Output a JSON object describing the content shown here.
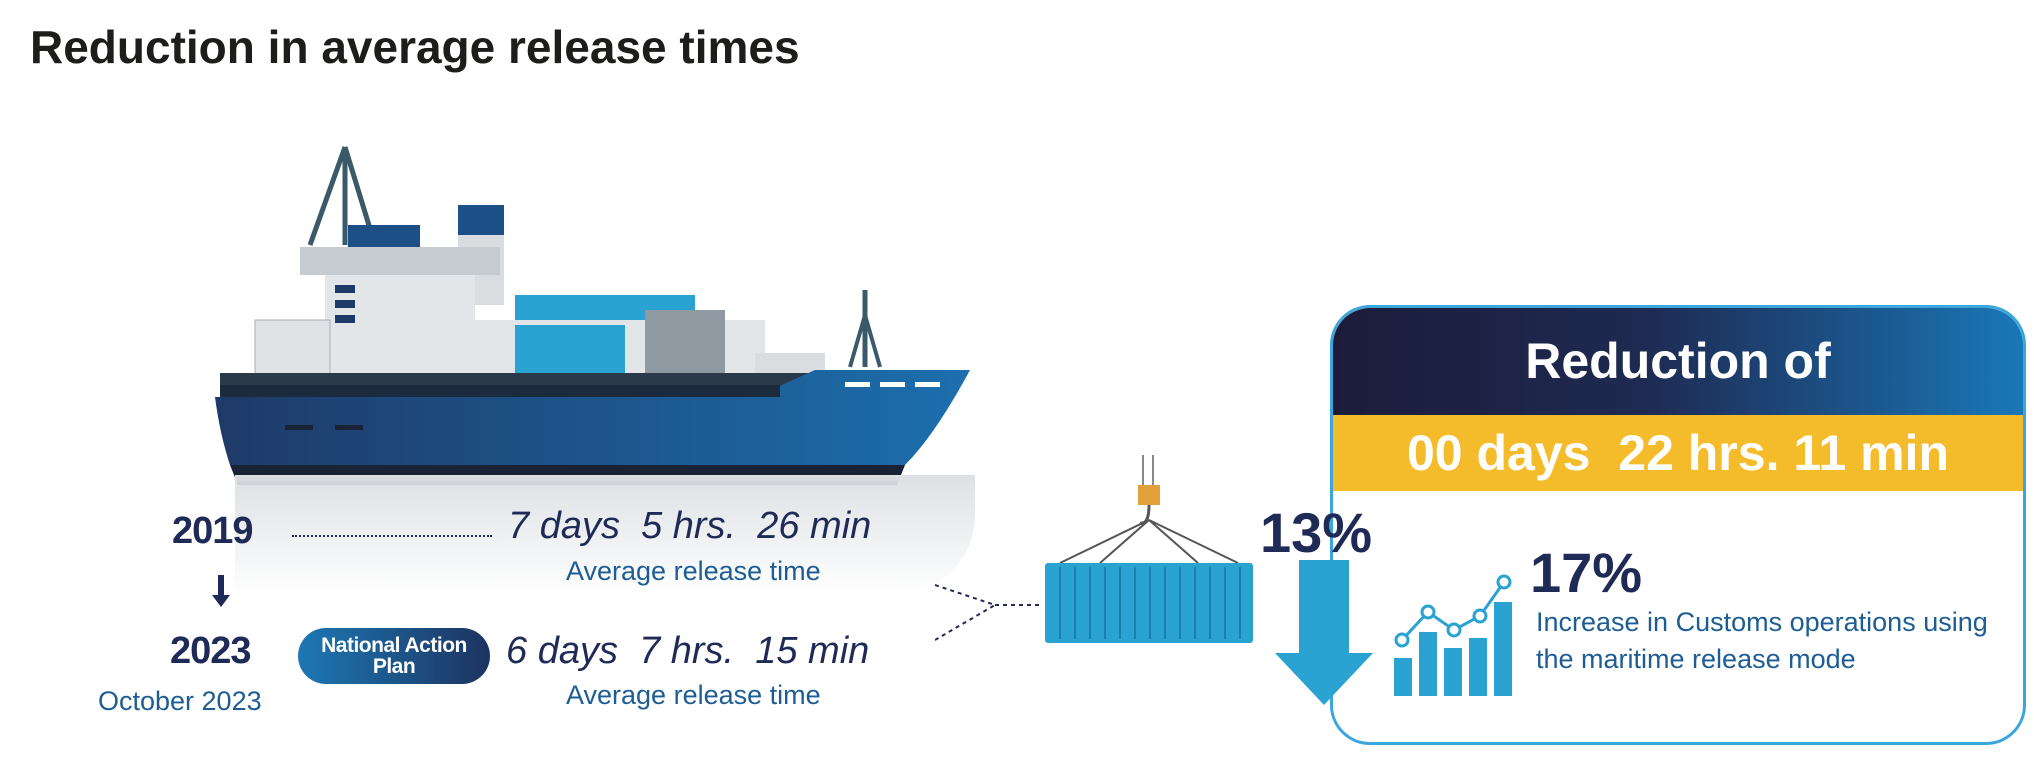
{
  "title": "Reduction in average release times",
  "timeline": {
    "year_2019": "2019",
    "time_2019": "7 days  5 hrs.  26 min",
    "label_2019": "Average release time",
    "year_2023": "2023",
    "date_2023": "October 2023",
    "plan_label": "National Action Plan",
    "time_2023": "6 days  7 hrs.  15 min",
    "label_2023": "Average release time"
  },
  "reduction": {
    "heading": "Reduction of",
    "value": "00 days  22 hrs. 11 min",
    "percent": "13%"
  },
  "increase": {
    "percent": "17%",
    "text": "Increase in Customs operations using the maritime release mode"
  },
  "colors": {
    "navy": "#1f2a56",
    "accent_blue": "#2aa3d2",
    "yellow": "#f4bb2b",
    "text_blue": "#1d5d94"
  }
}
